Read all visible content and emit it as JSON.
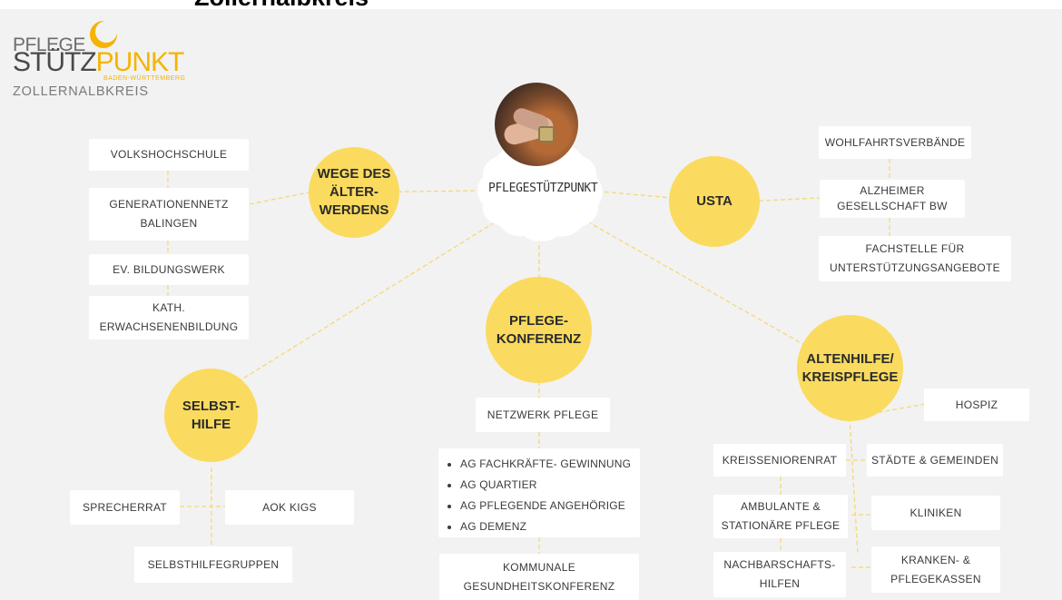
{
  "header": {
    "title": "Zollernalbkreis"
  },
  "logo": {
    "line1": "PFLEGE",
    "line2a": "STÜTZ",
    "line2b": "PUNKT",
    "line3": "BADEN-WÜRTTEMBERG",
    "line4": "ZOLLERNALBKREIS"
  },
  "center": {
    "label": "PFLEGESTÜTZPUNKT",
    "photo": "hands-photo"
  },
  "hubs": {
    "wege": "WEGE DES\nÄLTER-\nWERDENS",
    "usta": "USTA",
    "konferenz": "PFLEGE-\nKONFERENZ",
    "altenhilfe": "ALTENHILFE/\nKREISPFLEGE",
    "selbsthilfe": "SELBST-\nHILFE"
  },
  "boxes": {
    "volkshochschule": "VOLKSHOCHSCHULE",
    "generationennetz": "GENERATIONENNETZ\nBALINGEN",
    "bildungswerk": "EV. BILDUNGSWERK",
    "erwachsenenbildung": "KATH.\nERWACHSENENBILDUNG",
    "wohlfahrt": "WOHLFAHRTSVERBÄNDE",
    "alzheimer": "ALZHEIMER\nGESELLSCHAFT BW",
    "fachstelle": "FACHSTELLE FÜR\nUNTERSTÜTZUNGSANGEBOTE",
    "netzwerk": "NETZWERK PFLEGE",
    "kommunale": "KOMMUNALE\nGESUNDHEITSKONFERENZ",
    "hospiz": "HOSPIZ",
    "kreissenioren": "KREISSENIORENRAT",
    "staedte": "STÄDTE & GEMEINDEN",
    "ambulante": "AMBULANTE &\nSTATIONÄRE  PFLEGE",
    "kliniken": "KLINIKEN",
    "nachbarschaft": "NACHBARSCHAFTS-\nHILFEN",
    "kranken": "KRANKEN- &\nPFLEGEKASSEN",
    "sprecherrat": "SPRECHERRAT",
    "aokkigs": "AOK KIGS",
    "selbsthilfegruppen": "SELBSTHILFEGRUPPEN"
  },
  "ag_list": [
    "AG FACHKRÄFTE- GEWINNUNG",
    "AG QUARTIER",
    "AG PFLEGENDE ANGEHÖRIGE",
    "AG DEMENZ"
  ],
  "colors": {
    "accent": "#fadb5f",
    "background": "#f2f2f2",
    "line": "#f5d877",
    "logo_accent": "#f4b400"
  }
}
